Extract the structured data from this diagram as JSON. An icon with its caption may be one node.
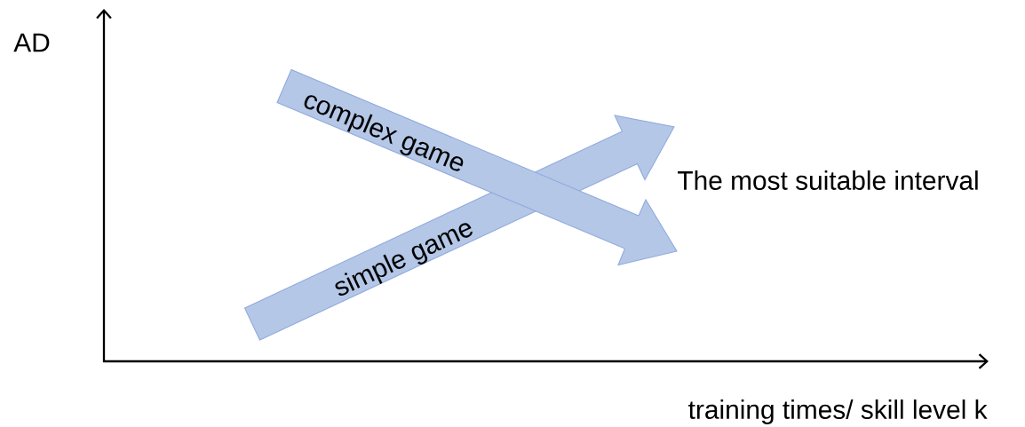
{
  "diagram": {
    "nodes": [
      {
        "text": [
          "complex game"
        ]
      },
      {
        "text": [
          "simple game"
        ]
      }
    ],
    "labels": [
      "AD",
      "The most suitable interval",
      "training times/ skill level k"
    ]
  }
}
